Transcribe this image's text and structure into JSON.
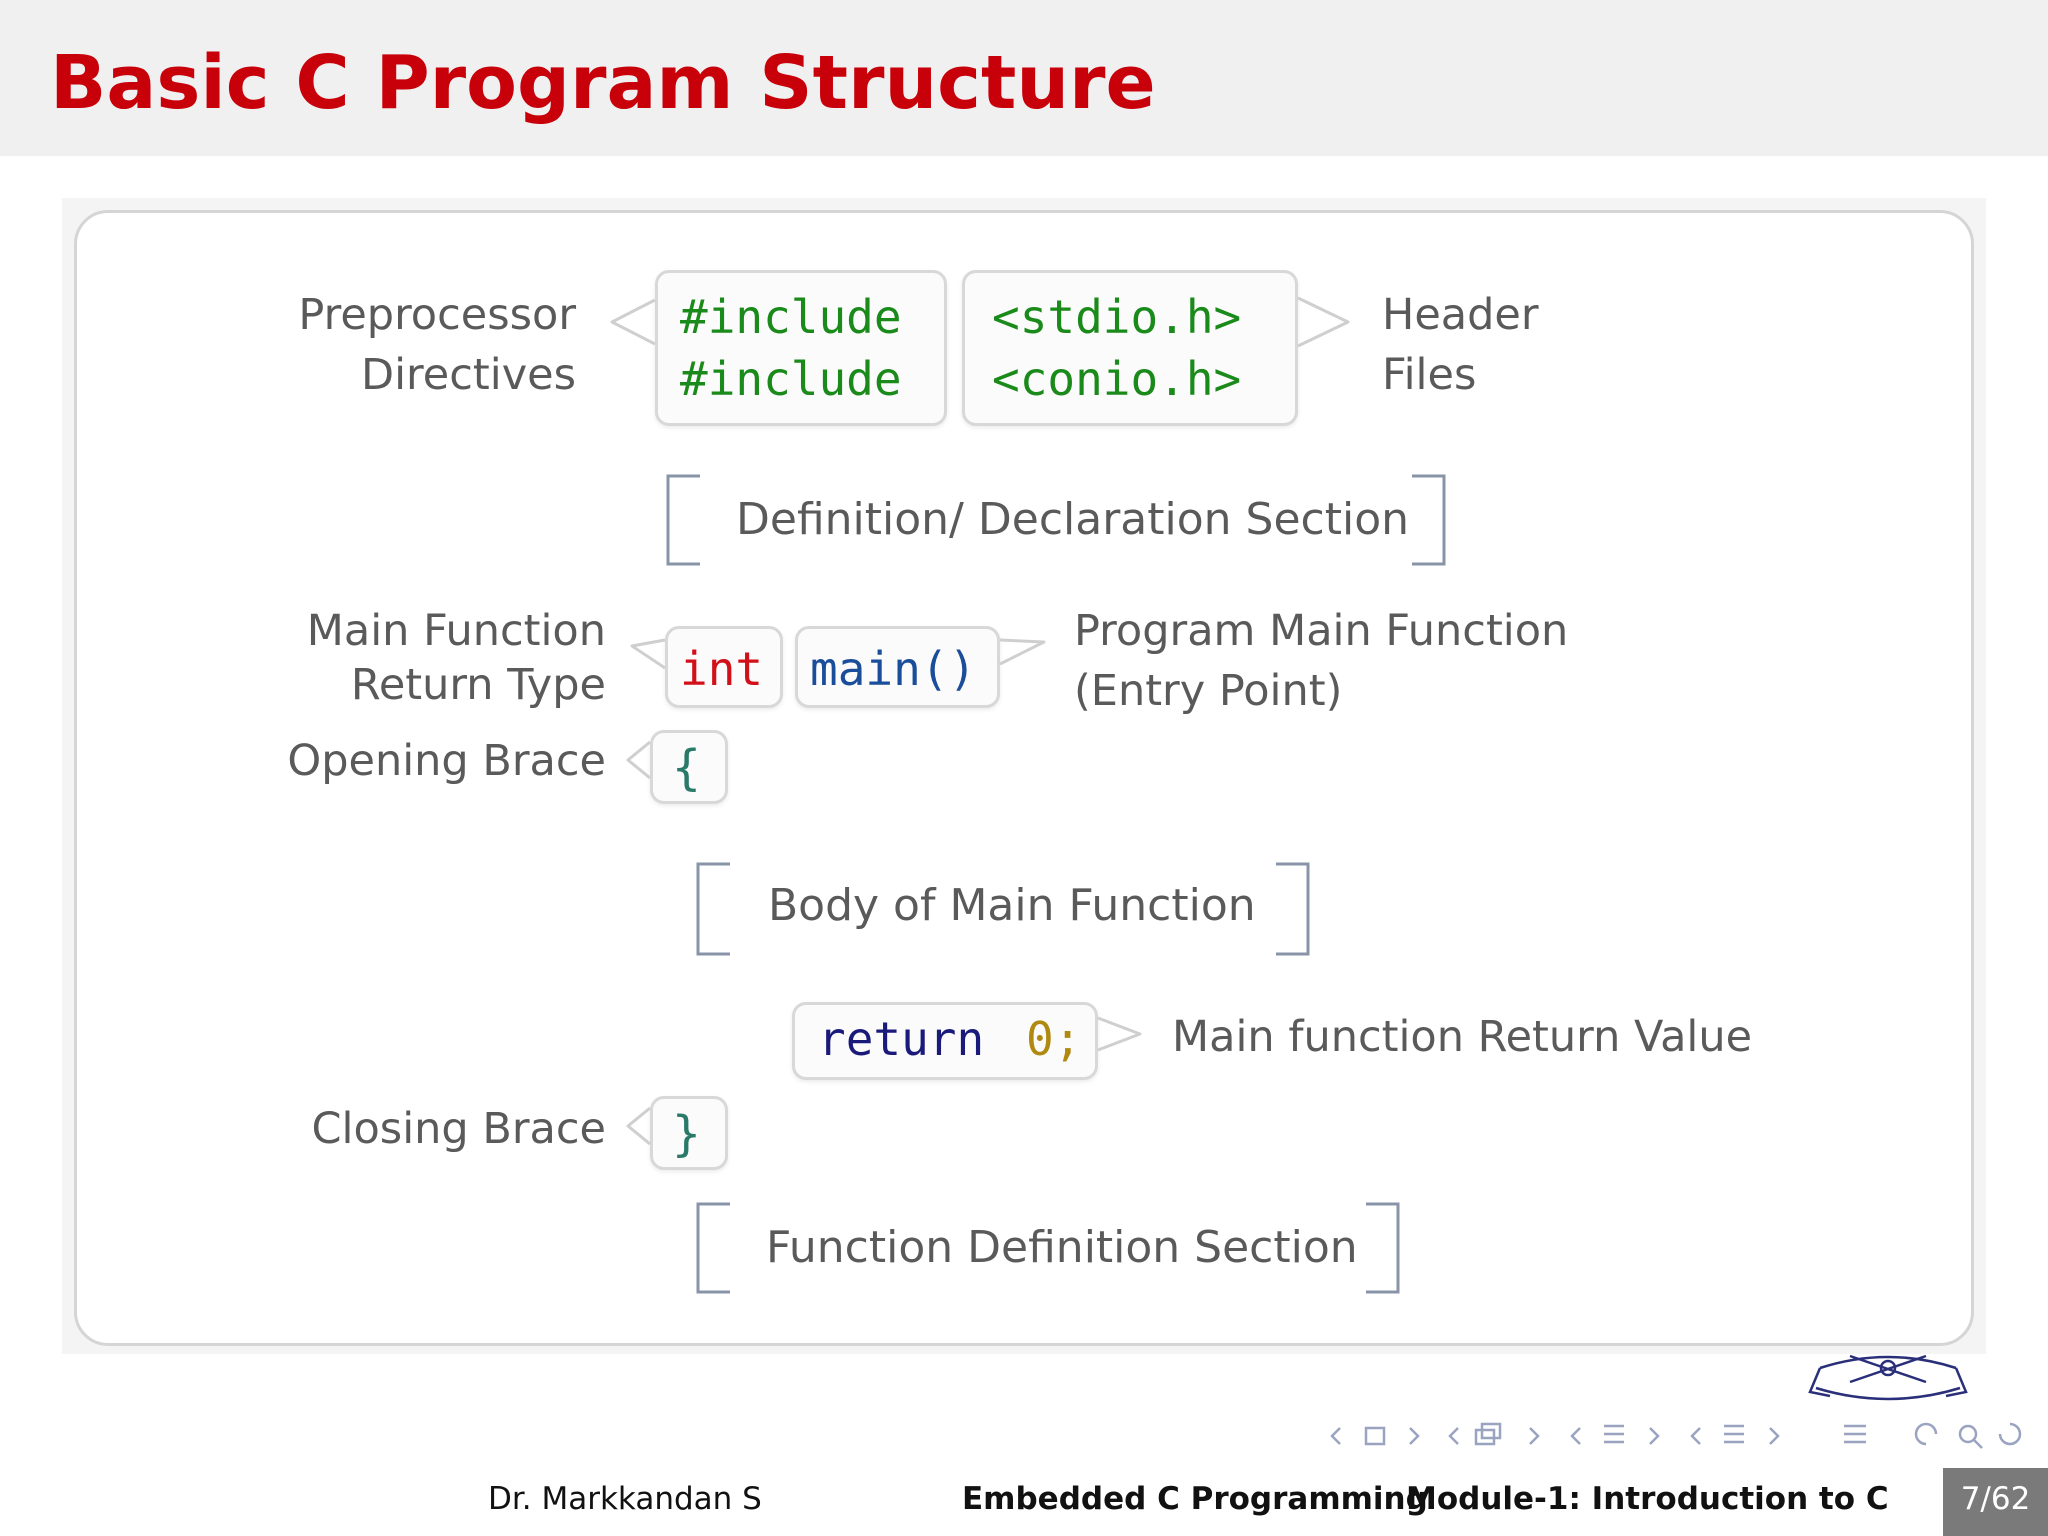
{
  "slide": {
    "title": "Basic C Program Structure"
  },
  "diagram": {
    "labels": {
      "preprocessor_line1": "Preprocessor",
      "preprocessor_line2": "Directives",
      "header_line1": "Header",
      "header_line2": "Files",
      "return_type_line1": "Main Function",
      "return_type_line2": "Return Type",
      "main_func_line1": "Program Main Function",
      "main_func_line2": "(Entry Point)",
      "opening_brace": "Opening Brace",
      "return_value": "Main function Return Value",
      "closing_brace": "Closing Brace"
    },
    "code": {
      "include_1": "#include",
      "include_2": "#include",
      "header_1": "<stdio.h>",
      "header_2": "<conio.h>",
      "return_type": "int",
      "main_call": "main()",
      "open_brace": "{",
      "return_keyword": "return",
      "return_value": "0;",
      "close_brace": "}"
    },
    "sections": {
      "definition": "Definition/ Declaration Section",
      "body": "Body of Main Function",
      "function_definition": "Function Definition Section"
    },
    "colors": {
      "directive": "#1a8a1a",
      "return_type": "#d2101a",
      "main_call": "#1a4d9a",
      "keyword": "#1a1a7a",
      "number": "#b08a10",
      "brace": "#2a7a6a"
    }
  },
  "footer": {
    "author": "Dr.  Markkandan S",
    "course": "Embedded C Programming",
    "module": "Module-1: Introduction to C",
    "page": "7/62"
  }
}
